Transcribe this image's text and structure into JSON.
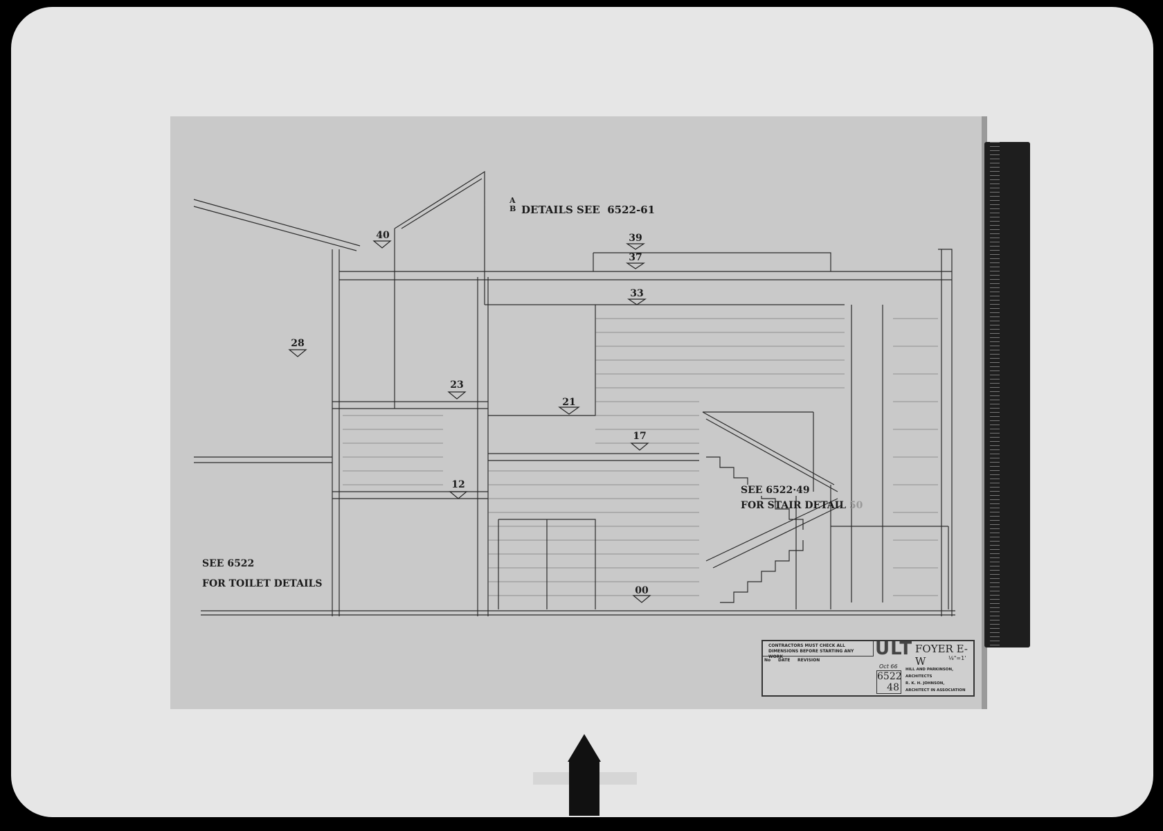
{
  "drawing": {
    "details_ref": {
      "ab": "A\nB",
      "a": "A",
      "b": "B",
      "text": "DETAILS SEE",
      "number": "6522-61"
    },
    "markers": [
      "40",
      "39",
      "37",
      "33",
      "28",
      "23",
      "21",
      "17",
      "12",
      "00"
    ],
    "toilet_ref": {
      "line1": "SEE 6522",
      "line2": "FOR TOILET DETAILS"
    },
    "stair_ref": {
      "line1": "SEE 6522·49",
      "line2": "FOR STAIR DETAIL",
      "faint": "50"
    }
  },
  "title_block": {
    "warning": "CONTRACTORS MUST CHECK ALL DIMENSIONS BEFORE STARTING ANY WORK",
    "col_no": "No",
    "col_date": "DATE",
    "col_revision": "REVISION",
    "project": "ULT",
    "title": "FOYER E-W",
    "scale": "⅛\"=1'",
    "date": "Oct 66",
    "drawing_number": "6522",
    "sheet_number": "48",
    "architects": [
      "HILL AND PARKINSON,",
      "ARCHITECTS",
      "R. K. H. JOHNSON,",
      "ARCHITECT IN ASSOCIATION"
    ]
  }
}
